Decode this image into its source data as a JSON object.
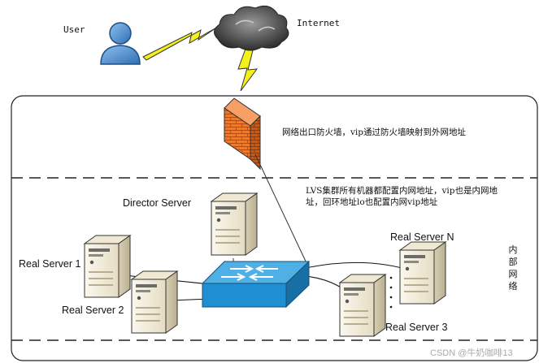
{
  "labels": {
    "user": "User",
    "internet": "Internet",
    "firewall_note": "网络出口防火墙，vip通过防火墙映射到外网地址",
    "lvs_note": "LVS集群所有机器都配置内网地址，vip也是内网地址，回环地址lo也配置内网vip地址",
    "director": "Director Server",
    "rs1": "Real Server 1",
    "rs2": "Real Server 2",
    "rs3": "Real Server 3",
    "rsn": "Real Server N",
    "internal_network": "内部网络",
    "watermark": "CSDN @牛奶咖啡13"
  },
  "icons": {
    "user": "user-icon",
    "internet": "cloud-icon",
    "firewall": "firewall-icon",
    "switch": "switch-icon",
    "server": "server-icon"
  },
  "colors": {
    "lightning": "#f5ef1a",
    "firewall": "#f07a24",
    "switch": "#1f8fd1",
    "server_body": "#f4efe0",
    "user": "#3f86cc",
    "cloud": "#4a4a4a"
  }
}
